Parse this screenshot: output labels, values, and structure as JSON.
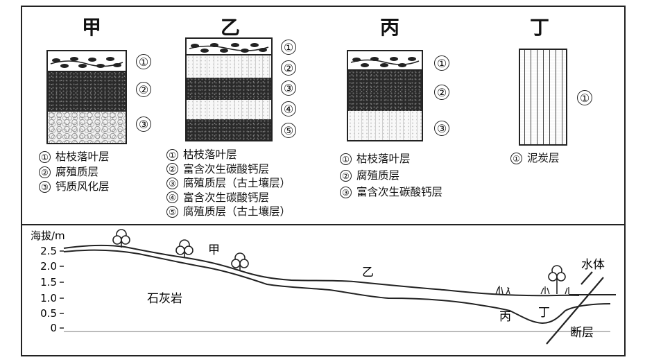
{
  "profiles": [
    {
      "id": "jia",
      "title": "甲",
      "legend": [
        "枯枝落叶层",
        "腐殖质层",
        "钙质风化层"
      ],
      "markers": [
        "①",
        "②",
        "③"
      ]
    },
    {
      "id": "yi",
      "title": "乙",
      "legend": [
        "枯枝落叶层",
        "富含次生碳酸钙层",
        "腐殖质层（古土壤层）",
        "富含次生碳酸钙层",
        "腐殖质层（古土壤层）"
      ],
      "markers": [
        "①",
        "②",
        "③",
        "④",
        "⑤"
      ]
    },
    {
      "id": "bing",
      "title": "丙",
      "legend": [
        "枯枝落叶层",
        "腐殖质层",
        "富含次生碳酸钙层"
      ],
      "markers": [
        "①",
        "②",
        "③"
      ]
    },
    {
      "id": "ding",
      "title": "丁",
      "legend": [
        "泥炭层"
      ],
      "markers": [
        "①"
      ]
    }
  ],
  "cross_section": {
    "axis_label": "海拔/m",
    "ticks": [
      "2.5",
      "2.0",
      "1.5",
      "1.0",
      "0.5",
      "0"
    ],
    "labels": {
      "jia": "甲",
      "yi": "乙",
      "bing": "丙",
      "ding": "丁",
      "limestone": "石灰岩",
      "water": "水体",
      "fault": "断层"
    }
  }
}
